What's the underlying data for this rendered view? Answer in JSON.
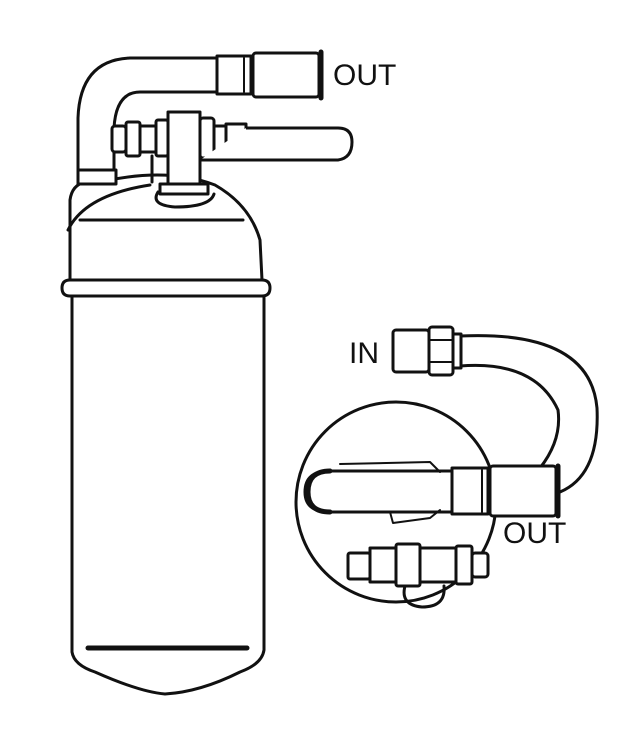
{
  "diagram": {
    "subject": "receiver-drier with line fittings",
    "labels": {
      "out_top": "OUT",
      "in_inset": "IN",
      "out_inset": "OUT"
    },
    "components": [
      "receiver-drier-canister",
      "outlet-hose-top",
      "inlet-fitting-top",
      "detail-inset-circle",
      "inlet-line-inset",
      "outlet-line-inset",
      "pressure-switch-fitting-inset"
    ],
    "colors": {
      "line": "#111111",
      "background": "#ffffff"
    }
  }
}
